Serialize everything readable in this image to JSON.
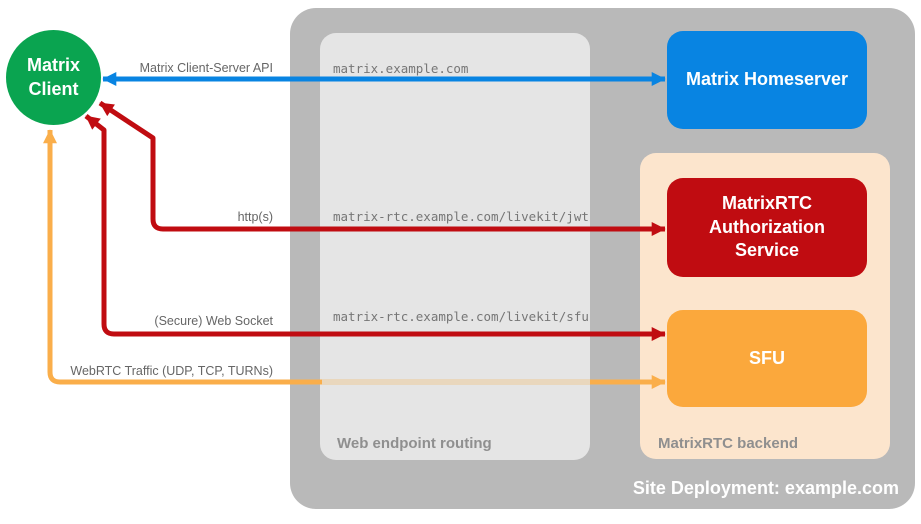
{
  "diagram": {
    "client": {
      "label": "Matrix Client"
    },
    "homeserver": {
      "label": "Matrix Homeserver"
    },
    "auth_service": {
      "label": "MatrixRTC Authorization Service"
    },
    "sfu": {
      "label": "SFU"
    },
    "containers": {
      "site": {
        "label": "Site Deployment: example.com"
      },
      "routing": {
        "label": "Web endpoint routing"
      },
      "backend": {
        "label": "MatrixRTC backend"
      }
    },
    "endpoints": {
      "homeserver": "matrix.example.com",
      "jwt": "matrix-rtc.example.com/livekit/jwt",
      "sfu": "matrix-rtc.example.com/livekit/sfu"
    },
    "connections": {
      "client_server_api": {
        "label": "Matrix Client-Server API",
        "color": "#0884E2"
      },
      "https": {
        "label": "http(s)",
        "color": "#C00C11"
      },
      "websocket": {
        "label": "(Secure) Web Socket",
        "color": "#C00C11"
      },
      "webrtc": {
        "label": "WebRTC Traffic (UDP, TCP, TURNs)",
        "color": "#FAAE4A"
      }
    },
    "colors": {
      "green": "#0AA450",
      "blue": "#0884E2",
      "red": "#C00C11",
      "orange_box": "#FBA83C",
      "orange_arrow": "#FAAE4A",
      "orange_muted": "#E9D7BD",
      "peach": "#FCE5CD",
      "container_gray": "#B9B9B9",
      "routing_gray": "#E5E5E5",
      "label_gray": "#8F8F8F",
      "text_gray": "#666666",
      "url_gray": "#767676"
    }
  }
}
